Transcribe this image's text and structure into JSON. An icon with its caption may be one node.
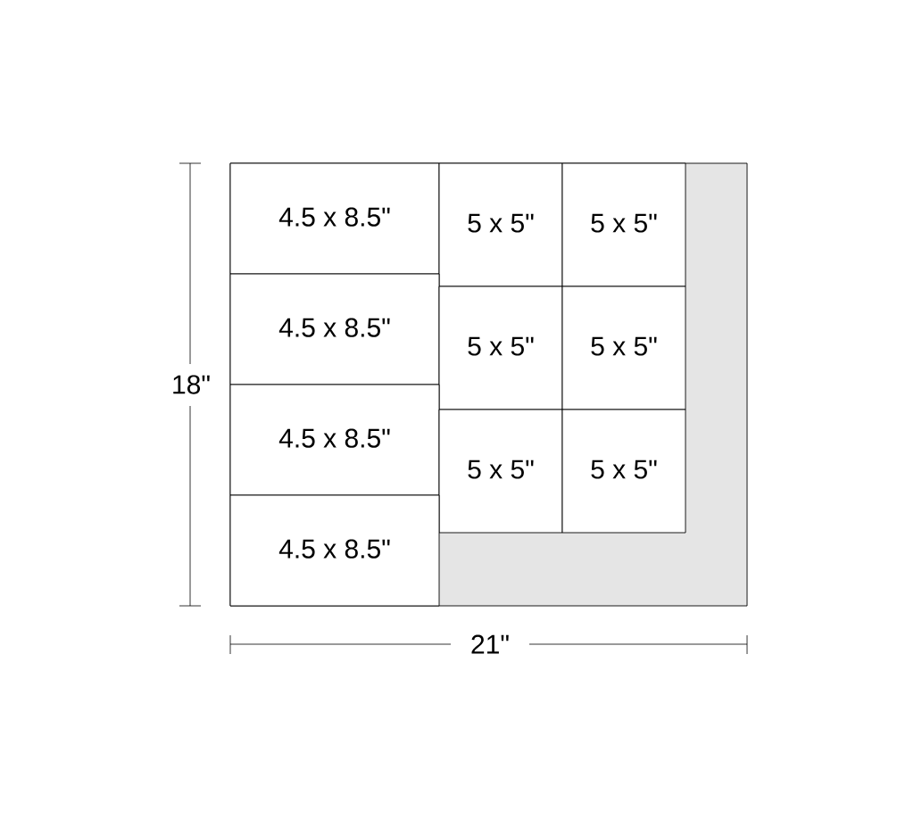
{
  "diagram": {
    "nodes": [
      {
        "text": [],
        "shape": "box"
      },
      {
        "text": [
          "4.5 x 8.5\""
        ],
        "in": 0
      },
      {
        "text": [
          "5 x 5\""
        ],
        "in": 0
      },
      {
        "text": [
          "5 x 5\""
        ],
        "in": 0
      },
      {
        "text": [
          "4.5 x 8.5\""
        ],
        "in": 0
      },
      {
        "text": [
          "5 x 5\""
        ],
        "in": 0
      },
      {
        "text": [
          "5 x 5\""
        ],
        "in": 0
      },
      {
        "text": [
          "4.5 x 8.5\""
        ],
        "in": 0
      },
      {
        "text": [
          "5 x 5\""
        ],
        "in": 0
      },
      {
        "text": [
          "5 x 5\""
        ],
        "in": 0
      },
      {
        "text": [
          "4.5 x 8.5\""
        ],
        "in": 0
      }
    ],
    "labels": [
      "18\"",
      "21\""
    ]
  }
}
